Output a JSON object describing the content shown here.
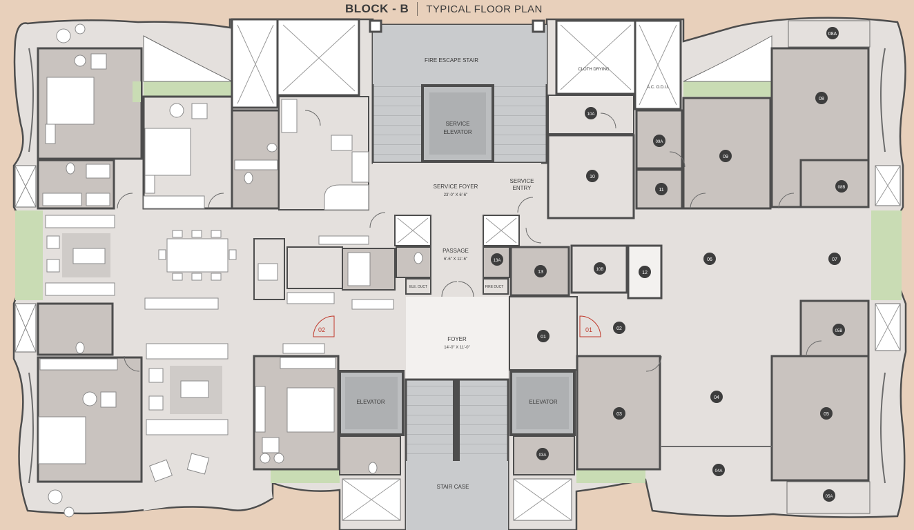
{
  "header": {
    "block": "BLOCK - B",
    "plan": "TYPICAL FLOOR PLAN"
  },
  "labels": {
    "fire_escape": "FIRE ESCAPE STAIR",
    "service_elevator_1": "SERVICE",
    "service_elevator_2": "ELEVATOR",
    "cloth_drying": "CLOTH DRYING",
    "aco": "A.C. O.D.U.",
    "service_foyer": "SERVICE FOYER",
    "service_foyer_dim": "23'-0\" X 6'-6\"",
    "service_entry_1": "SERVICE",
    "service_entry_2": "ENTRY",
    "passage": "PASSAGE",
    "passage_dim": "6'-6\" X 11'-6\"",
    "ele_duct": "ELE. DUCT",
    "fire_duct": "FIRE DUCT",
    "foyer": "FOYER",
    "foyer_dim": "14'-0\" X 11'-0\"",
    "elevator_left": "ELEVATOR",
    "elevator_right": "ELEVATOR",
    "stair_case": "STAIR CASE",
    "door_02": "02",
    "door_01": "01"
  },
  "rooms": {
    "r08a": "08A",
    "r08": "08",
    "r09": "09",
    "r09a": "09A",
    "r10a": "10A",
    "r10": "10",
    "r11": "11",
    "r08b": "08B",
    "r13a": "13A",
    "r13": "13",
    "r10b": "10B",
    "r12": "12",
    "r06": "06",
    "r07": "07",
    "r01": "01",
    "r02": "02",
    "r05b": "05B",
    "r03": "03",
    "r04": "04",
    "r05": "05",
    "r03a": "03A",
    "r04a": "04A",
    "r05a": "05A"
  },
  "colors": {
    "background": "#e8d0bb",
    "floor": "#e4e0dd",
    "room_dark": "#c9c3bf",
    "core_grey": "#c4c6c8",
    "wall": "#4d4d4d",
    "garden": "#c9dcb4",
    "door_red": "#c0392b"
  }
}
